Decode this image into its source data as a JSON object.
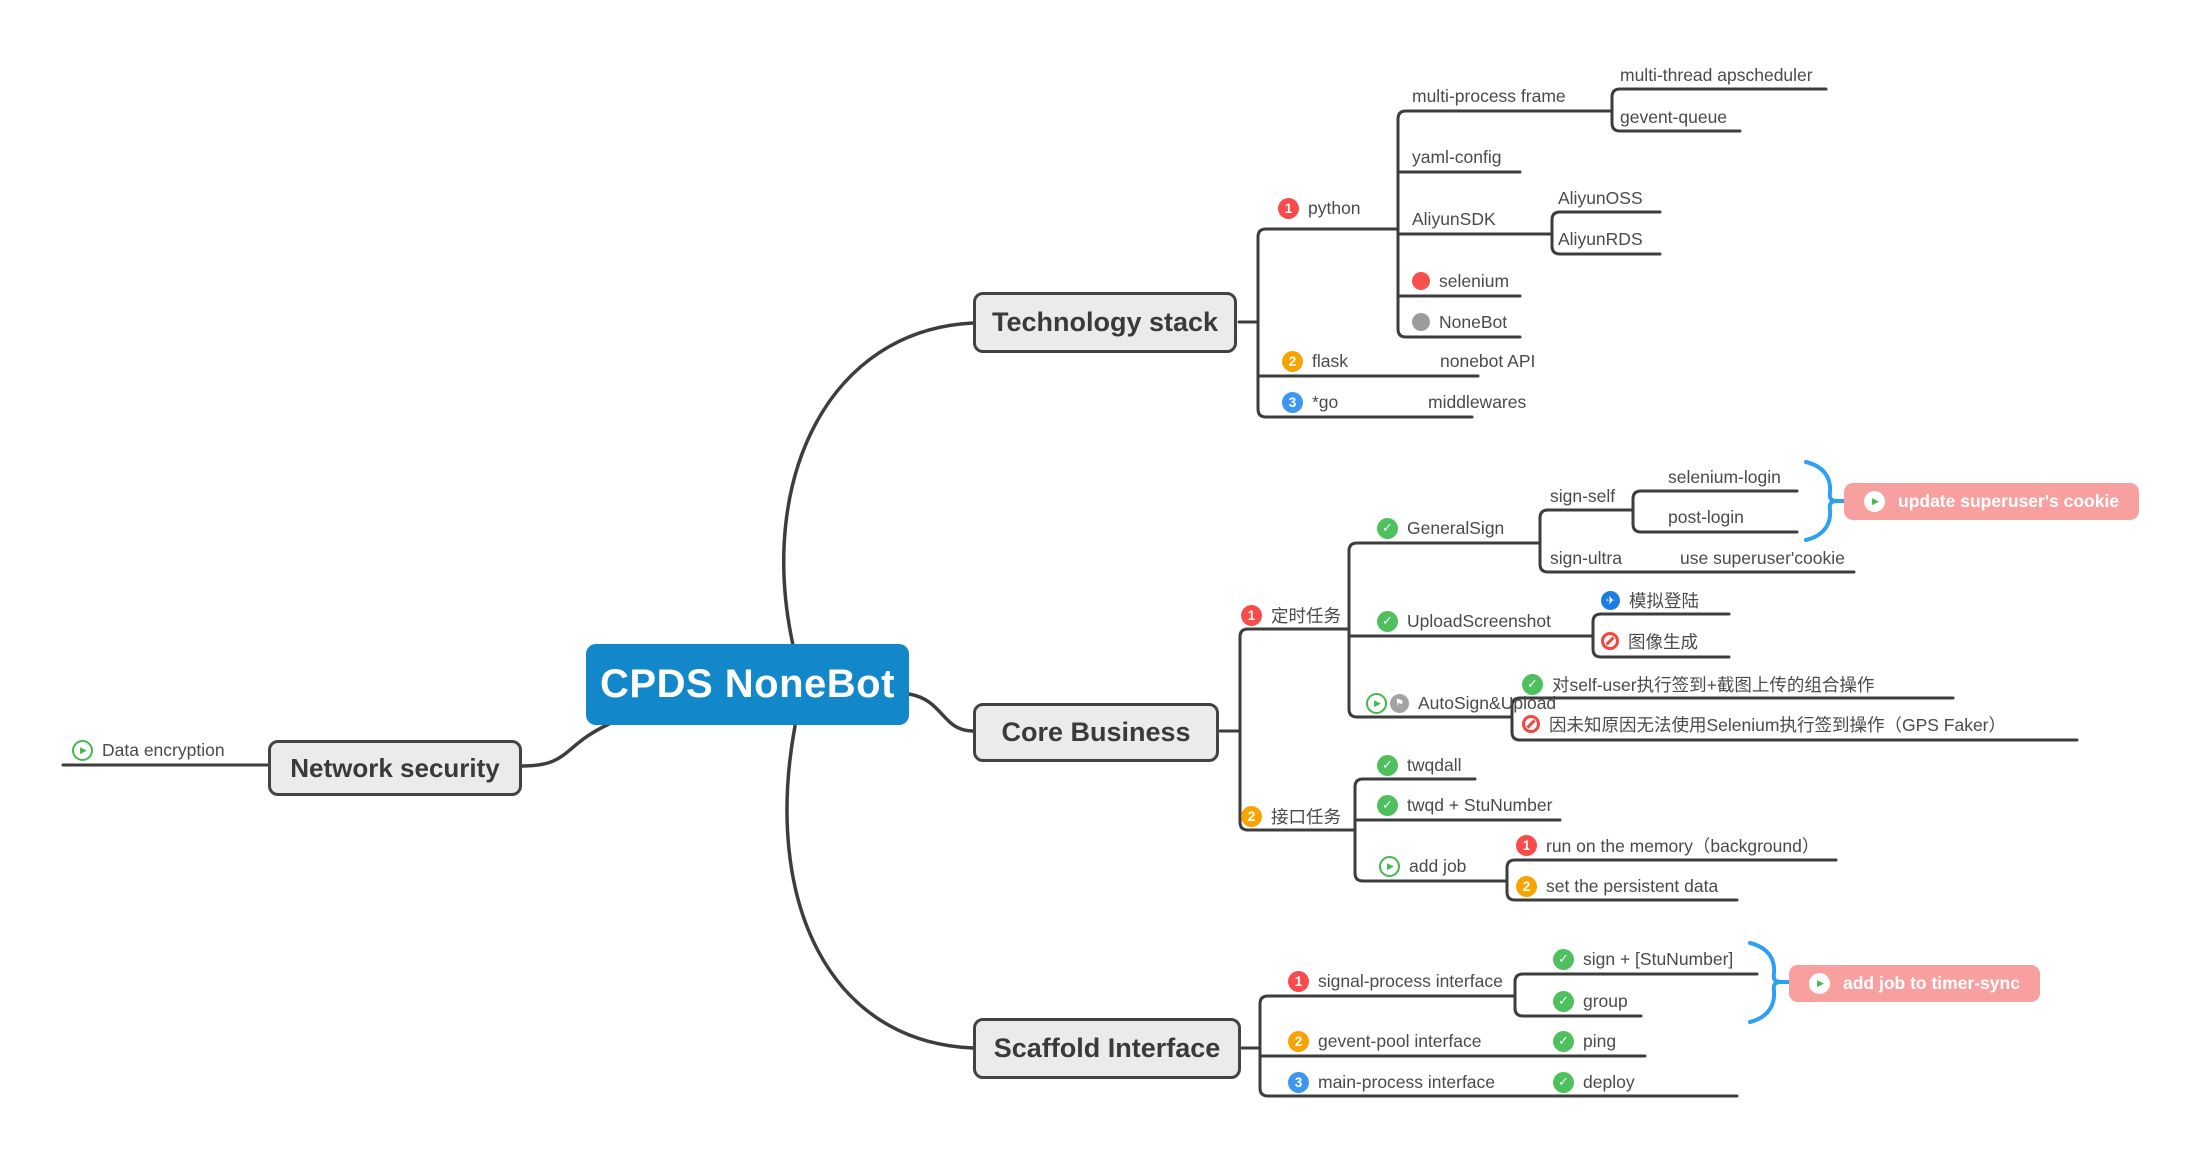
{
  "colors": {
    "root_bg": "#1287c9",
    "branch_bg": "#ebebeb",
    "line": "#3d3d3d",
    "brace_blue": "#2f9ff2",
    "tag_pink": "#f89f9f",
    "badge_red": "#fa4b4b",
    "badge_orange": "#f7a400",
    "badge_blue": "#3b97f2",
    "check_green": "#4ec05e",
    "play_green": "#43b94d",
    "dot_red": "#f9504b",
    "dot_gray": "#9c9c9c",
    "plane_blue": "#1d7ce2",
    "ban_red": "#f5453d",
    "flag_gray": "#a3a3a3"
  },
  "root": {
    "label": "CPDS NoneBot"
  },
  "network_security": {
    "label": "Network security",
    "data_encryption": {
      "label": "Data encryption",
      "icon": "play-circle-green"
    }
  },
  "technology_stack": {
    "label": "Technology stack",
    "python": {
      "badge": "1",
      "label": "python",
      "multi_process_frame": {
        "label": "multi-process frame",
        "multi_thread_apscheduler": {
          "label": "multi-thread apscheduler"
        },
        "gevent_queue": {
          "label": "gevent-queue"
        }
      },
      "yaml_config": {
        "label": "yaml-config"
      },
      "aliyun_sdk": {
        "label": "AliyunSDK",
        "aliyun_oss": {
          "label": "AliyunOSS"
        },
        "aliyun_rds": {
          "label": "AliyunRDS"
        }
      },
      "selenium": {
        "label": "selenium",
        "icon": "red-dot"
      },
      "nonebot": {
        "label": "NoneBot",
        "icon": "gray-dot"
      }
    },
    "flask": {
      "badge": "2",
      "label": "flask",
      "nonebot_api": {
        "label": "nonebot API"
      }
    },
    "go": {
      "badge": "3",
      "label": "*go",
      "middlewares": {
        "label": "middlewares"
      }
    }
  },
  "core_business": {
    "label": "Core Business",
    "timed_tasks": {
      "badge": "1",
      "label": "定时任务",
      "general_sign": {
        "label": "GeneralSign",
        "icon": "check-green",
        "sign_self": {
          "label": "sign-self",
          "selenium_login": {
            "label": "selenium-login"
          },
          "post_login": {
            "label": "post-login"
          }
        },
        "sign_ultra": {
          "label": "sign-ultra",
          "use_superuser_cookie": {
            "label": "use superuser'cookie"
          }
        }
      },
      "upload_screenshot": {
        "label": "UploadScreenshot",
        "icon": "check-green",
        "simulated_login": {
          "label": "模拟登陆",
          "icon": "plane-blue"
        },
        "image_generation": {
          "label": "图像生成",
          "icon": "ban-red"
        }
      },
      "auto_sign_upload": {
        "label": "AutoSign&Upload",
        "icons": "play-circle-green, flag-gray",
        "combo_operation": {
          "label": "对self-user执行签到+截图上传的组合操作",
          "icon": "check-green"
        },
        "gps_faker_issue": {
          "label": "因未知原因无法使用Selenium执行签到操作（GPS Faker）",
          "icon": "ban-red"
        }
      }
    },
    "interface_tasks": {
      "badge": "2",
      "label": "接口任务",
      "twqdall": {
        "label": "twqdall",
        "icon": "check-green"
      },
      "twqd_stunumber": {
        "label": "twqd + StuNumber",
        "icon": "check-green"
      },
      "add_job": {
        "label": "add job",
        "icon": "play-circle-green",
        "run_on_memory": {
          "badge": "1",
          "label": "run on the memory（background）"
        },
        "set_persistent_data": {
          "badge": "2",
          "label": "set the persistent data"
        }
      }
    }
  },
  "scaffold_interface": {
    "label": "Scaffold Interface",
    "signal_process": {
      "badge": "1",
      "label": "signal-process interface",
      "sign_stunumber": {
        "label": "sign + [StuNumber]",
        "icon": "check-green"
      },
      "group": {
        "label": "group",
        "icon": "check-green"
      }
    },
    "gevent_pool": {
      "badge": "2",
      "label": "gevent-pool interface",
      "ping": {
        "label": "ping",
        "icon": "check-green"
      }
    },
    "main_process": {
      "badge": "3",
      "label": "main-process interface",
      "deploy": {
        "label": "deploy",
        "icon": "check-green"
      }
    }
  },
  "tags": {
    "update_cookie": {
      "label": "update superuser's cookie",
      "icon": "play-circle-green"
    },
    "add_job_timer": {
      "label": "add job to timer-sync",
      "icon": "play-circle-green"
    }
  }
}
